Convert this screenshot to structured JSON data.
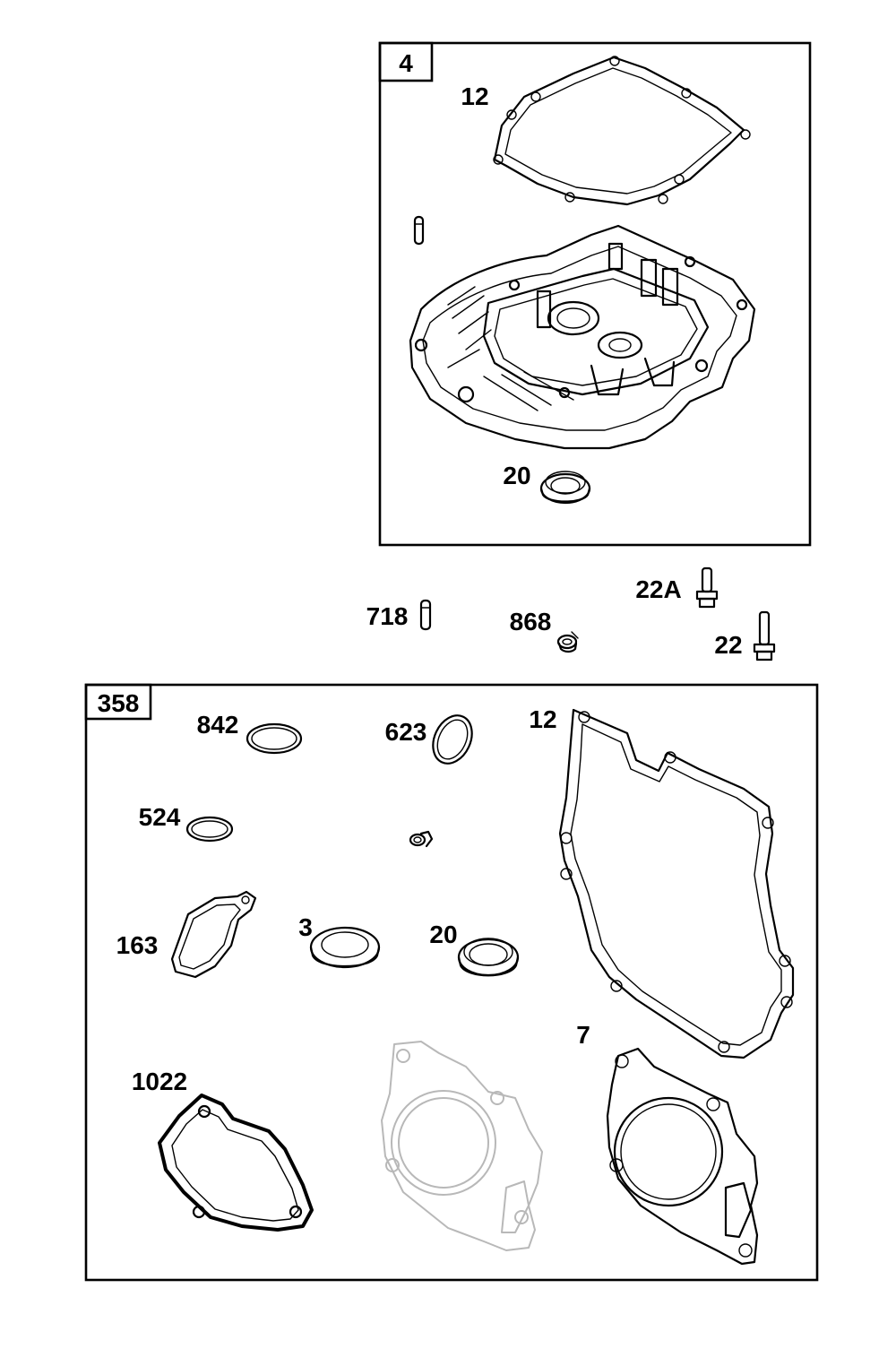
{
  "box_top": {
    "label": "4"
  },
  "box_bottom": {
    "label": "358"
  },
  "callouts": {
    "gasket_12_top": "12",
    "seal_20_top": "20",
    "pin_718": "718",
    "plug_868": "868",
    "bolt_22a": "22A",
    "bolt_22": "22",
    "ring_842": "842",
    "ring_623": "623",
    "gasket_12_bottom": "12",
    "ring_524": "524",
    "gasket_163": "163",
    "seal_3": "3",
    "seal_20_bottom": "20",
    "gasket_7": "7",
    "gasket_1022": "1022"
  }
}
